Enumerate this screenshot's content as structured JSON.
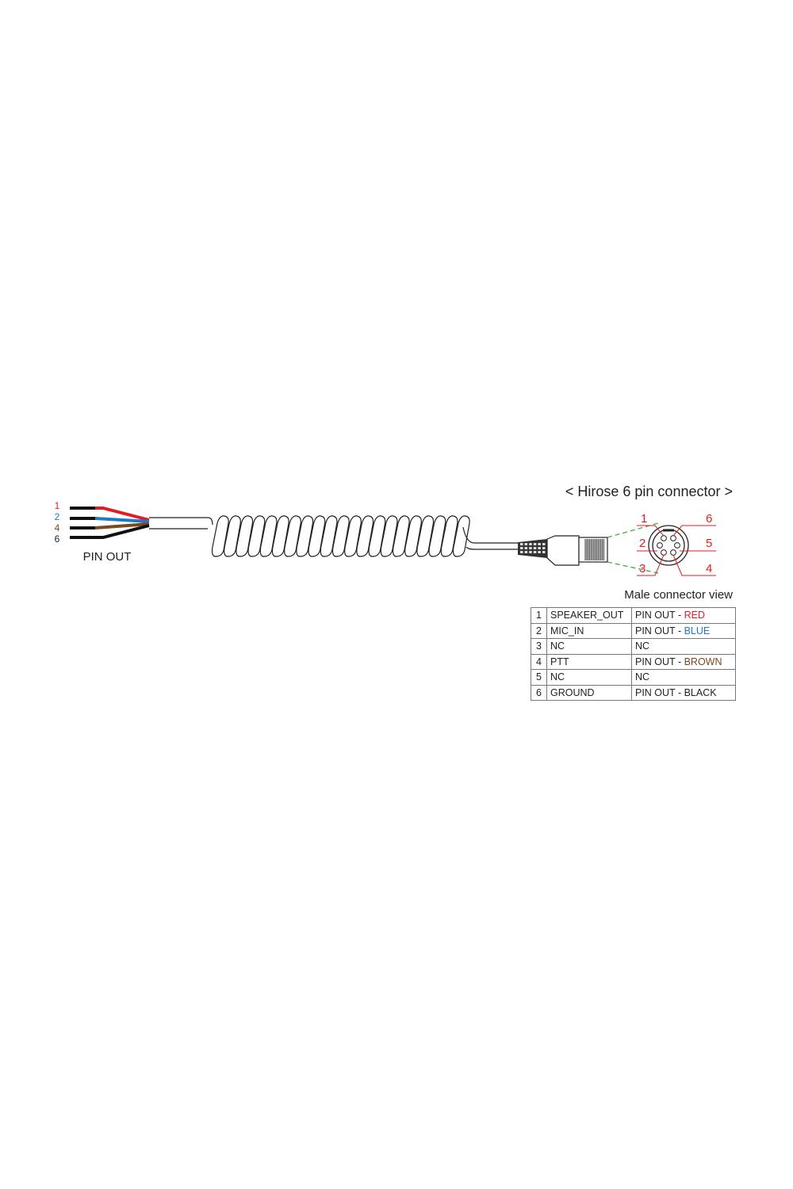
{
  "title": "< Hirose 6 pin connector >",
  "view_label": "Male connector view",
  "pin_out_label": "PIN OUT",
  "wire_labels": [
    {
      "num": "1",
      "color": "#e31b23"
    },
    {
      "num": "2",
      "color": "#1f78c8"
    },
    {
      "num": "4",
      "color": "#7a4a1e"
    },
    {
      "num": "6",
      "color": "#222222"
    }
  ],
  "connector_pin_labels": [
    "1",
    "2",
    "3",
    "4",
    "5",
    "6"
  ],
  "pin_label_color": "#e31b23",
  "table": {
    "rows": [
      {
        "pin": "1",
        "signal": "SPEAKER_OUT",
        "prefix": "PIN OUT - ",
        "color_name": "RED",
        "color": "#e31b23"
      },
      {
        "pin": "2",
        "signal": "MIC_IN",
        "prefix": "PIN OUT - ",
        "color_name": "BLUE",
        "color": "#1f78c8"
      },
      {
        "pin": "3",
        "signal": "NC",
        "prefix": "NC",
        "color_name": "",
        "color": "#222222"
      },
      {
        "pin": "4",
        "signal": "PTT",
        "prefix": "PIN OUT - ",
        "color_name": "BROWN",
        "color": "#7a4a1e"
      },
      {
        "pin": "5",
        "signal": "NC",
        "prefix": "NC",
        "color_name": "",
        "color": "#222222"
      },
      {
        "pin": "6",
        "signal": "GROUND",
        "prefix": "PIN OUT - ",
        "color_name": "BLACK",
        "color": "#222222"
      }
    ]
  }
}
